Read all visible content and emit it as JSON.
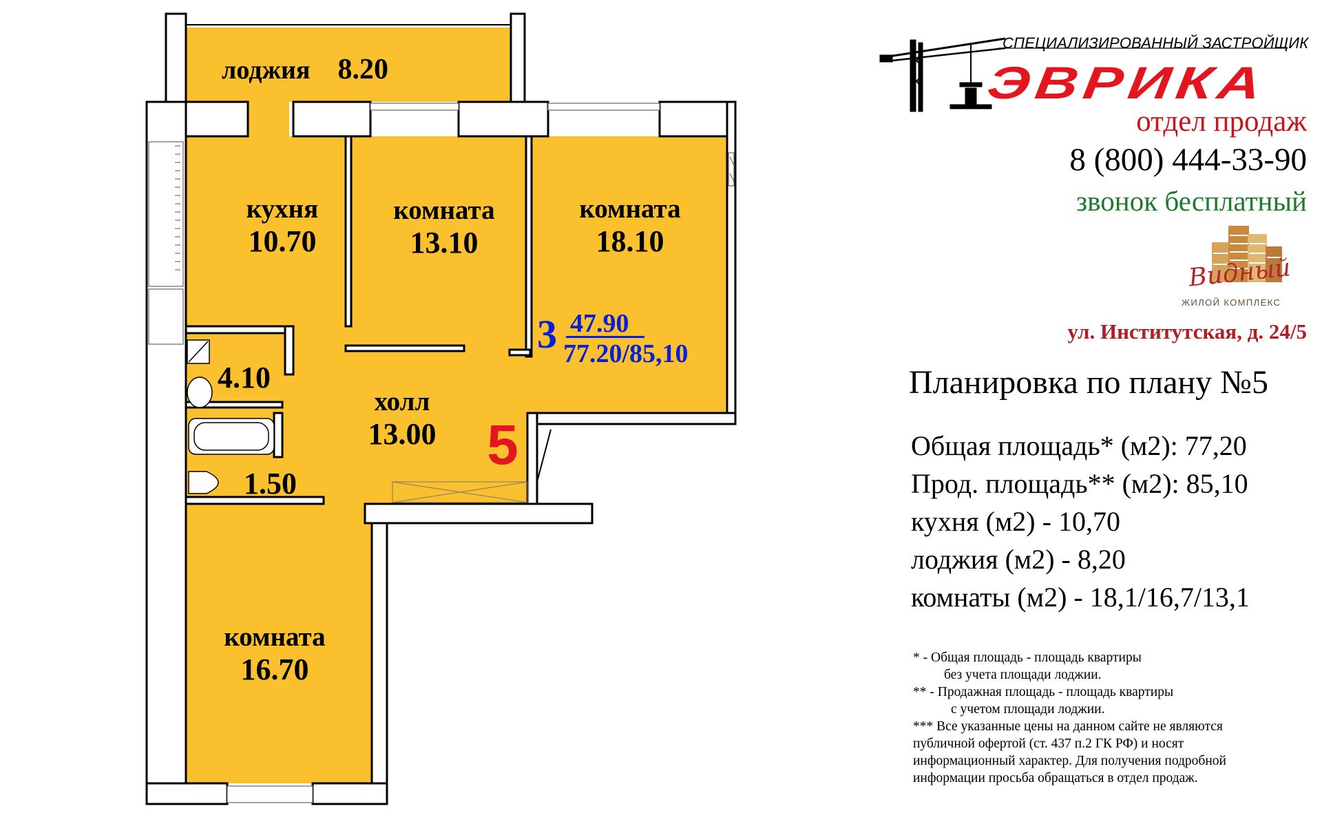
{
  "floorplan": {
    "rooms": {
      "loggia": {
        "name": "лоджия",
        "area": "8.20"
      },
      "kitchen": {
        "name": "кухня",
        "area": "10.70"
      },
      "room_middle": {
        "name": "комната",
        "area": "13.10"
      },
      "room_right": {
        "name": "комната",
        "area": "18.10"
      },
      "hall": {
        "name": "холл",
        "area": "13.00"
      },
      "bathroom": {
        "area": "4.10"
      },
      "toilet": {
        "area": "1.50"
      },
      "room_bottom": {
        "name": "комната",
        "area": "16.70"
      }
    },
    "apartment_code": {
      "rooms": "3",
      "living_area": "47.90",
      "total_area": "77.20/85,10"
    },
    "plan_number": "5"
  },
  "brand": {
    "caption": "СПЕЦИАЛИЗИРОВАННЫЙ ЗАСТРОЙЩИК",
    "name": "ЭВРИКА",
    "color": "#e3161f"
  },
  "contacts": {
    "sales_label": "отдел продаж",
    "phone": "8 (800) 444-33-90",
    "free_call": "звонок бесплатный"
  },
  "complex": {
    "name": "Видный",
    "subtitle": "ЖИЛОЙ КОМПЛЕКС"
  },
  "address": "ул. Институтская, д. 24/5",
  "layout_title": "Планировка по плану №5",
  "details": [
    "Общая площадь*  (м2): 77,20",
    "Прод. площадь**  (м2): 85,10",
    "кухня (м2) - 10,70",
    "лоджия (м2) - 8,20",
    "комнаты (м2) - 18,1/16,7/13,1"
  ],
  "notes": {
    "n1_a": "*   - Общая площадь - площадь квартиры",
    "n1_b": "без учета площади лоджии.",
    "n2_a": "** - Продажная площадь - площадь квартиры",
    "n2_b": "с учетом  площади лоджии.",
    "n3_a": "*** Все указанные цены на данном сайте не являются",
    "n3_b": "публичной офертой  (ст. 437 п.2 ГК РФ) и носят",
    "n3_c": "информационный характер.  Для получения подробной",
    "n3_d": "информации просьба обращаться в отдел продаж."
  },
  "colors": {
    "floor": "#fbc02d",
    "wall": "#ffffff",
    "wall_outline": "#000000",
    "accent_red": "#e3161f",
    "code_blue": "#0a1fd8",
    "sales_red": "#c4161c",
    "free_green": "#1e7a2e"
  }
}
